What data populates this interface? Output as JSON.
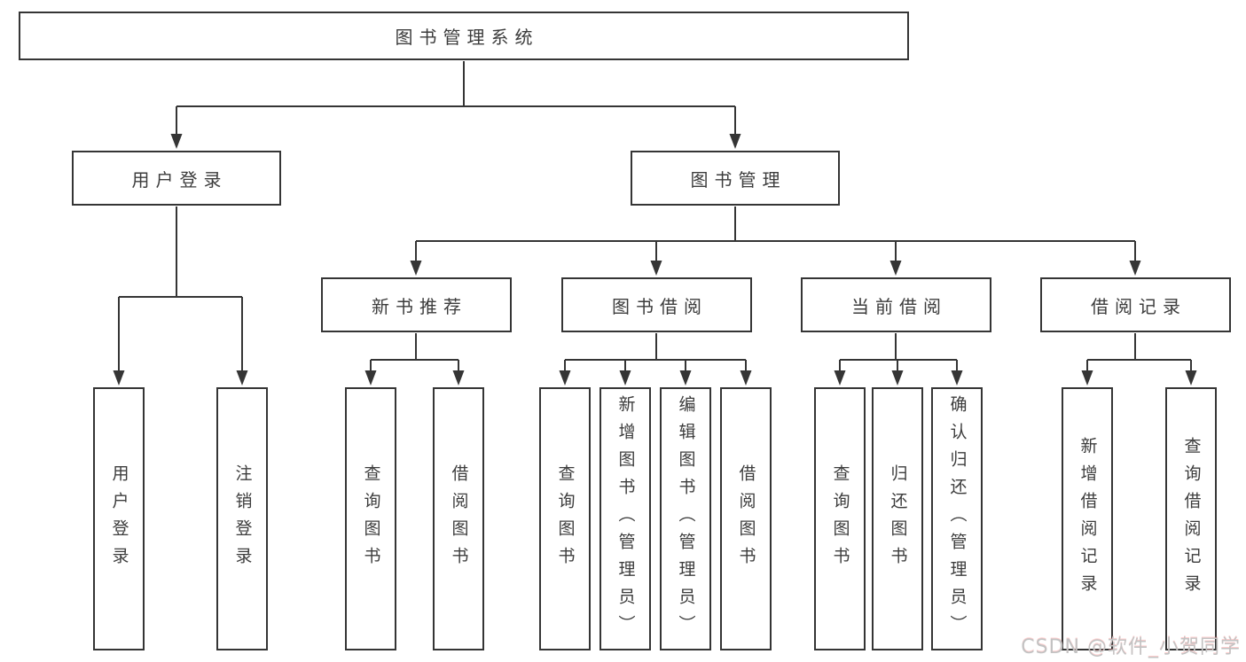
{
  "nodes": {
    "root": "图书管理系统",
    "user_login": "用户登录",
    "book_mgmt": "图书管理",
    "new_book_rec": "新书推荐",
    "book_borrow": "图书借阅",
    "current_borrow": "当前借阅",
    "borrow_record": "借阅记录",
    "leaf_user_login": "用户登录",
    "leaf_logout_login": "注销登录",
    "leaf_rec_query_book": "查询图书",
    "leaf_rec_borrow_book": "借阅图书",
    "leaf_bor_query_book": "查询图书",
    "leaf_bor_add_book": "新增图书（管理员）",
    "leaf_bor_edit_book": "编辑图书（管理员）",
    "leaf_bor_borrow_book": "借阅图书",
    "leaf_cur_query_book": "查询图书",
    "leaf_cur_return_book": "归还图书",
    "leaf_cur_confirm_return": "确认归还（管理员）",
    "leaf_record_add": "新增借阅记录",
    "leaf_record_query": "查询借阅记录"
  },
  "watermark": "CSDN @软件_小贺同学",
  "colors": {
    "line": "#353535",
    "box_border": "#353535",
    "text": "#3c3c3c",
    "watermark": "#c3c3c3",
    "background": "#ffffff"
  }
}
